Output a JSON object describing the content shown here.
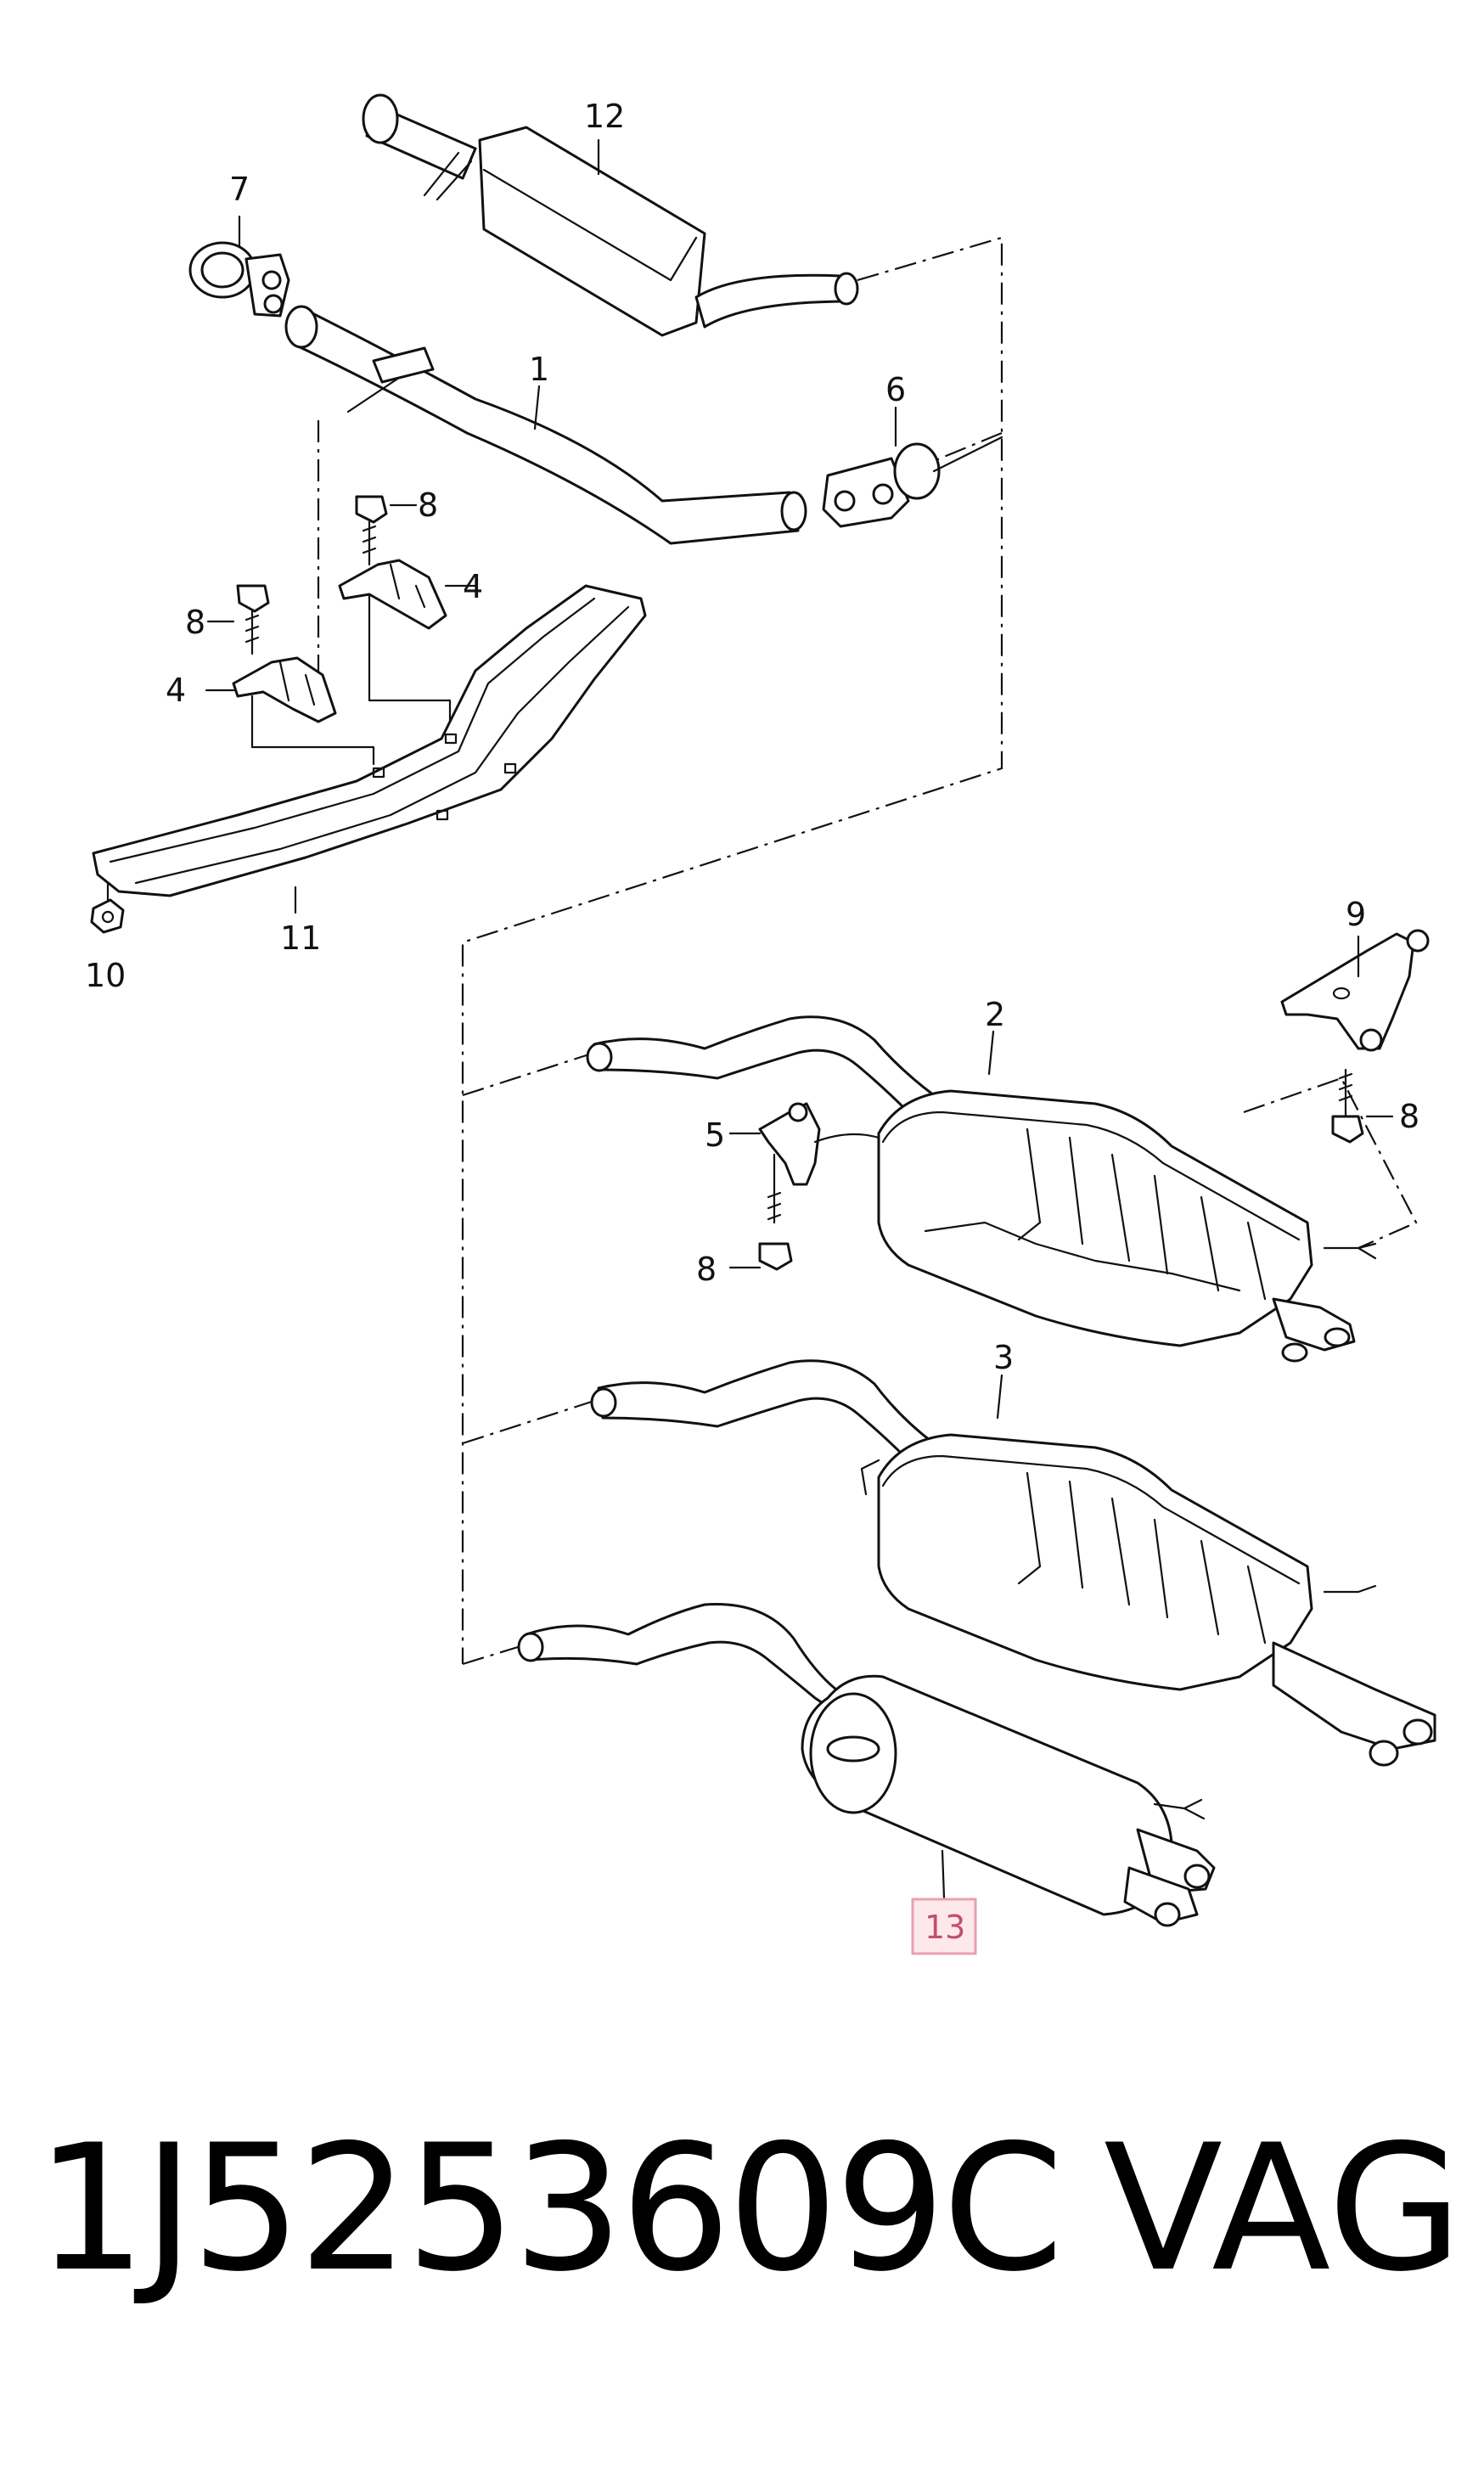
{
  "callouts": {
    "c1": "1",
    "c2": "2",
    "c3": "3",
    "c4a": "4",
    "c4b": "4",
    "c5": "5",
    "c6": "6",
    "c7": "7",
    "c8a": "8",
    "c8b": "8",
    "c8c": "8",
    "c8d": "8",
    "c9": "9",
    "c10": "10",
    "c11": "11",
    "c12": "12",
    "c13": "13"
  },
  "caption": {
    "part_number": "1J5253609C",
    "brand": "VAG"
  },
  "colors": {
    "highlight_box": "#e8a0b0",
    "highlight_fill": "#fde8ec",
    "line": "#111111"
  }
}
